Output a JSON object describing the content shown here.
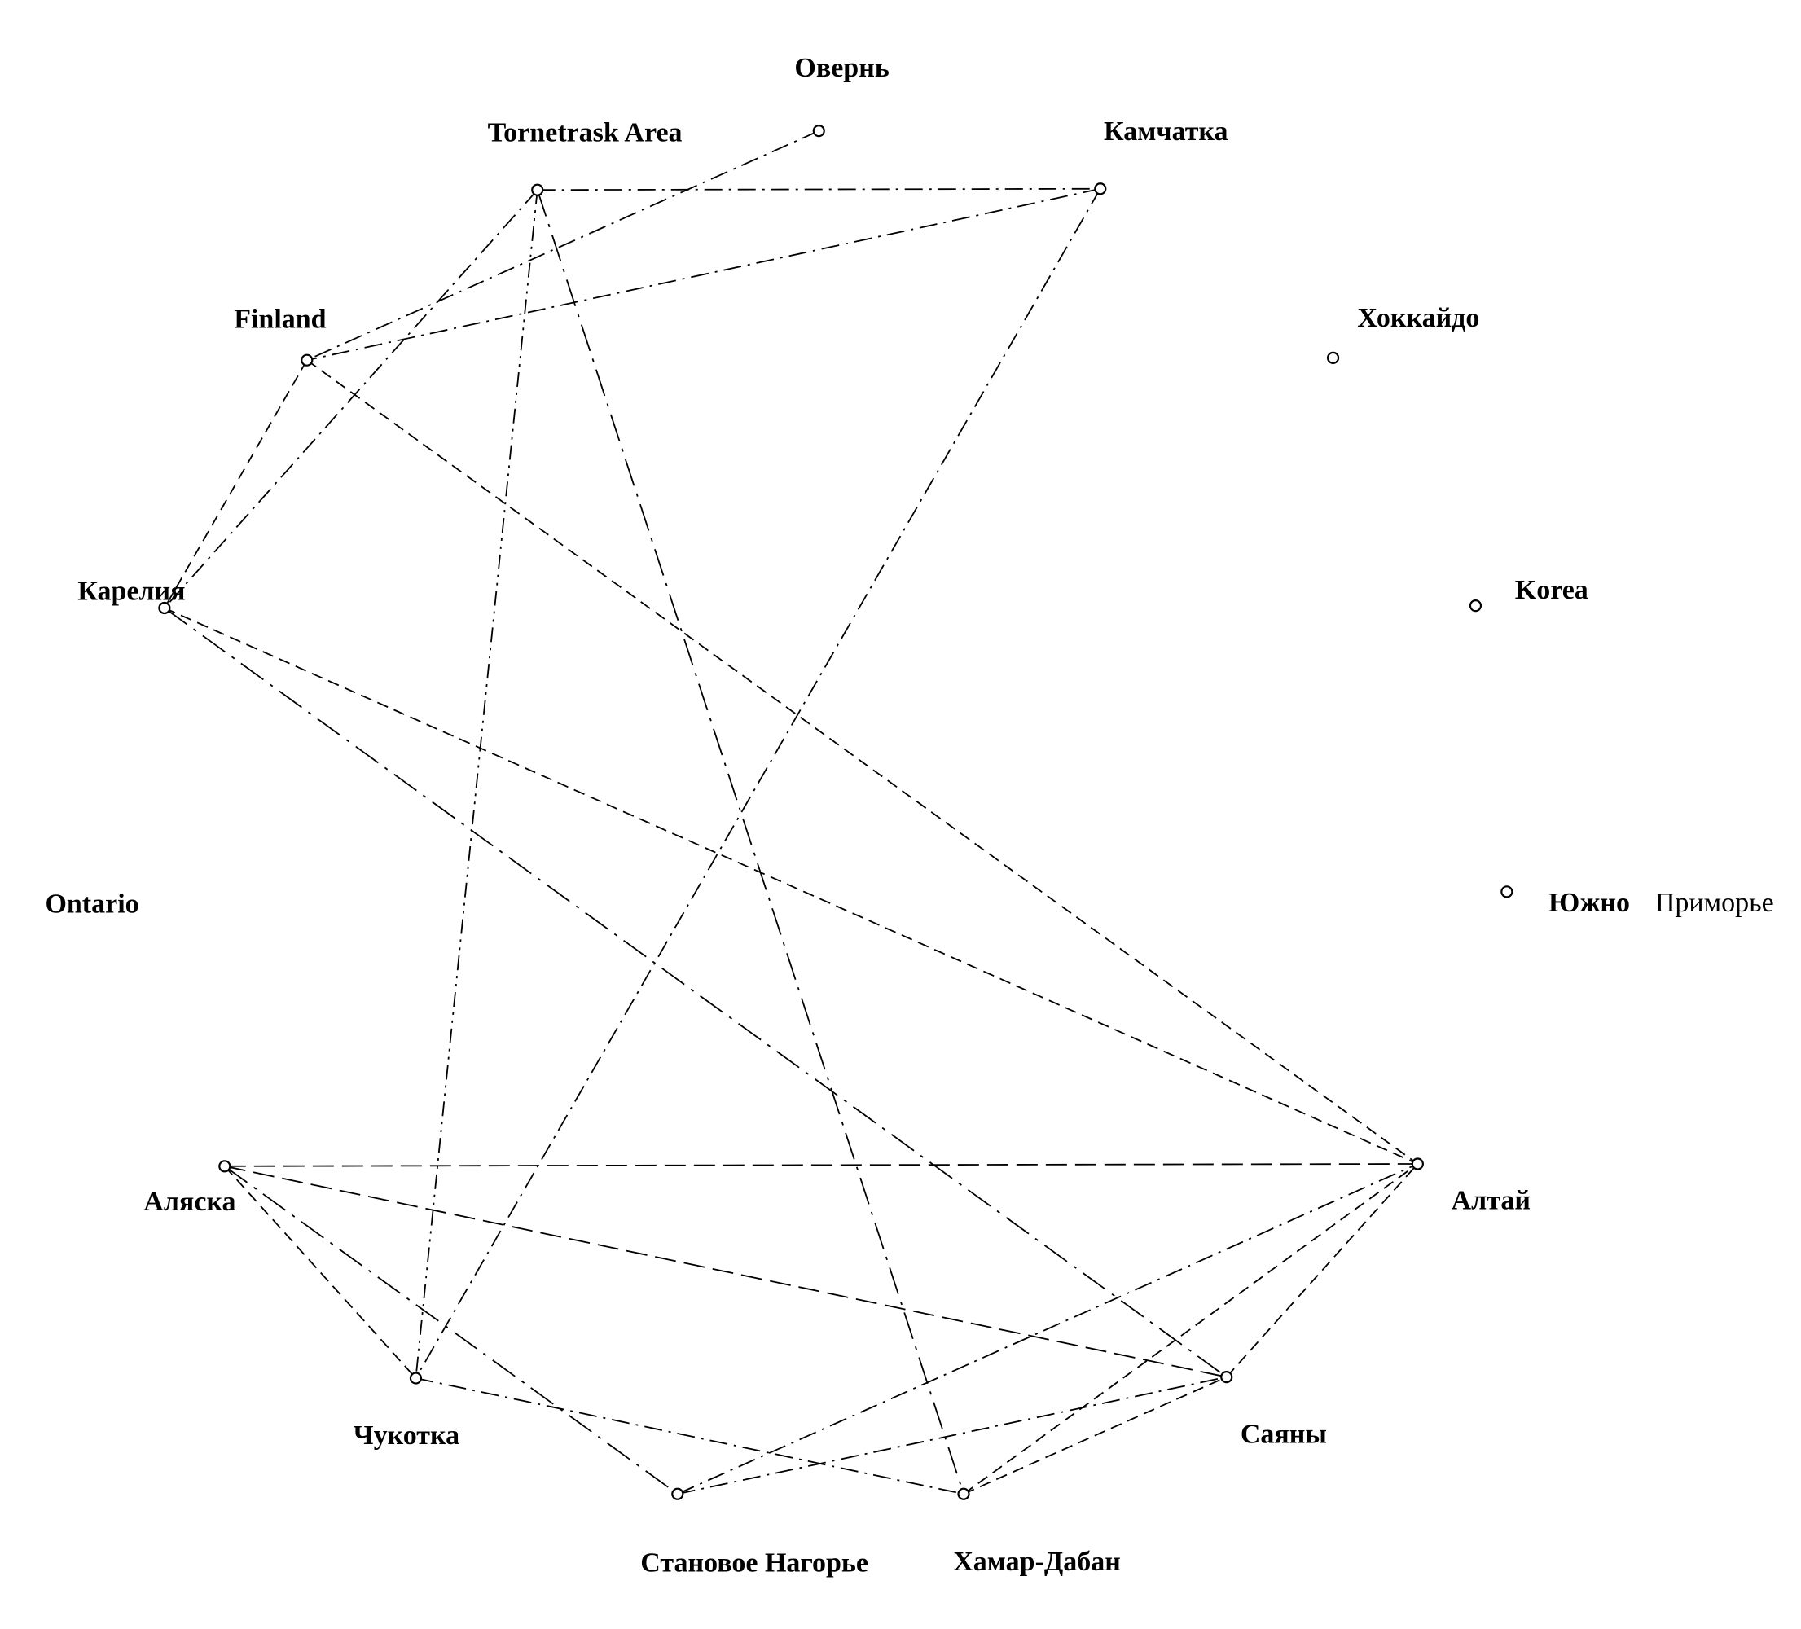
{
  "diagram": {
    "nodes": [
      {
        "id": "auvergne",
        "label": "Овернь",
        "has_marker": true
      },
      {
        "id": "tornetrask",
        "label": "Tornetrask Area",
        "has_marker": true
      },
      {
        "id": "kamchatka",
        "label": "Камчатка",
        "has_marker": true
      },
      {
        "id": "hokkaido",
        "label": "Хоккайдо",
        "has_marker": true
      },
      {
        "id": "finland",
        "label": "Finland",
        "has_marker": true
      },
      {
        "id": "karelia",
        "label": "Карелия",
        "has_marker": true
      },
      {
        "id": "korea",
        "label": "Korea",
        "has_marker": true
      },
      {
        "id": "ontario",
        "label": "Ontario",
        "has_marker": false
      },
      {
        "id": "south_primorye",
        "label": "Южно",
        "label_extra": "Приморье",
        "has_marker": true
      },
      {
        "id": "alaska",
        "label": "Аляска",
        "has_marker": true
      },
      {
        "id": "altai",
        "label": "Алтай",
        "has_marker": true
      },
      {
        "id": "chukotka",
        "label": "Чукотка",
        "has_marker": true
      },
      {
        "id": "sayany",
        "label": "Саяны",
        "has_marker": true
      },
      {
        "id": "stanovoe",
        "label": "Становое Нагорье",
        "has_marker": true
      },
      {
        "id": "khamar_daban",
        "label": "Хамар-Дабан",
        "has_marker": true
      }
    ],
    "edges": [
      {
        "from": "tornetrask",
        "to": "kamchatka",
        "style": "dashdot"
      },
      {
        "from": "auvergne",
        "to": "finland",
        "style": "dashdot"
      },
      {
        "from": "kamchatka",
        "to": "finland",
        "style": "dashdot"
      },
      {
        "from": "tornetrask",
        "to": "karelia",
        "style": "dashdot"
      },
      {
        "from": "finland",
        "to": "karelia",
        "style": "dashed"
      },
      {
        "from": "tornetrask",
        "to": "chukotka",
        "style": "dashdotdot"
      },
      {
        "from": "tornetrask",
        "to": "khamar_daban",
        "style": "longdashdot"
      },
      {
        "from": "kamchatka",
        "to": "chukotka",
        "style": "dashdot"
      },
      {
        "from": "finland",
        "to": "altai",
        "style": "dashed"
      },
      {
        "from": "karelia",
        "to": "altai",
        "style": "dashed"
      },
      {
        "from": "karelia",
        "to": "sayany",
        "style": "longdashdot"
      },
      {
        "from": "alaska",
        "to": "altai",
        "style": "longdash"
      },
      {
        "from": "alaska",
        "to": "sayany",
        "style": "longdash"
      },
      {
        "from": "alaska",
        "to": "chukotka",
        "style": "dashed"
      },
      {
        "from": "alaska",
        "to": "stanovoe",
        "style": "longdashdot"
      },
      {
        "from": "chukotka",
        "to": "khamar_daban",
        "style": "dashdot"
      },
      {
        "from": "stanovoe",
        "to": "altai",
        "style": "dashdot"
      },
      {
        "from": "stanovoe",
        "to": "sayany",
        "style": "dashdot"
      },
      {
        "from": "khamar_daban",
        "to": "altai",
        "style": "dashed"
      },
      {
        "from": "khamar_daban",
        "to": "sayany",
        "style": "dashed"
      },
      {
        "from": "sayany",
        "to": "altai",
        "style": "dashed"
      }
    ]
  }
}
